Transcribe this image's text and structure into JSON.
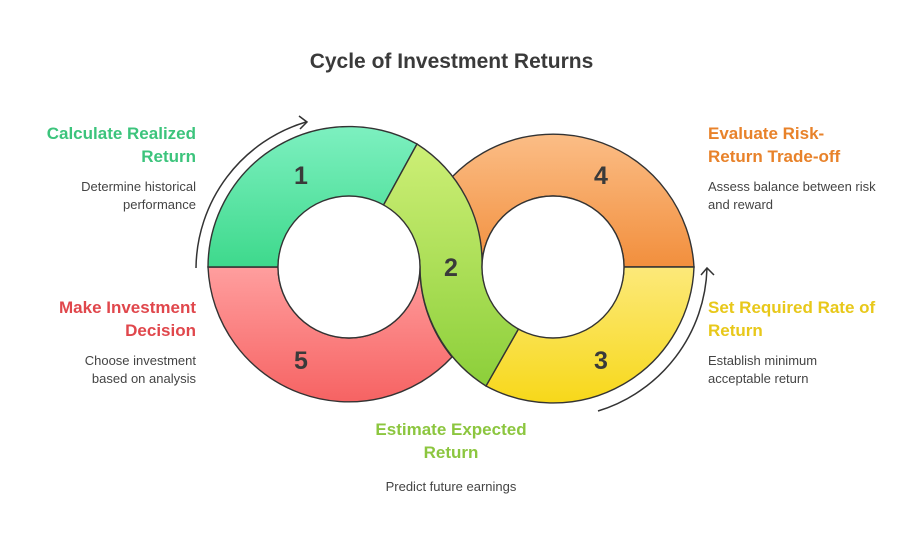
{
  "title": "Cycle of Investment Returns",
  "steps": [
    {
      "number": "1",
      "title": "Calculate Realized Return",
      "description": "Determine historical performance",
      "color": "#3cc47c",
      "fill_top": "#7df0c0",
      "fill_bottom": "#3ed98c"
    },
    {
      "number": "2",
      "title": "Estimate Expected Return",
      "description": "Predict future earnings",
      "color": "#8cc63f",
      "fill_top": "#cdef76",
      "fill_bottom": "#8ccf3a"
    },
    {
      "number": "3",
      "title": "Set Required Rate of Return",
      "description": "Establish minimum acceptable return",
      "color": "#e8c81a",
      "fill_top": "#fce97a",
      "fill_bottom": "#f7d81a"
    },
    {
      "number": "4",
      "title": "Evaluate Risk-Return Trade-off",
      "description": "Assess balance between risk and reward",
      "color": "#e8822a",
      "fill_top": "#fbbd86",
      "fill_bottom": "#f28f3d"
    },
    {
      "number": "5",
      "title": "Make Investment Decision",
      "description": "Choose investment based on analysis",
      "color": "#e0474c",
      "fill_top": "#ff9e9e",
      "fill_bottom": "#f66363"
    }
  ]
}
